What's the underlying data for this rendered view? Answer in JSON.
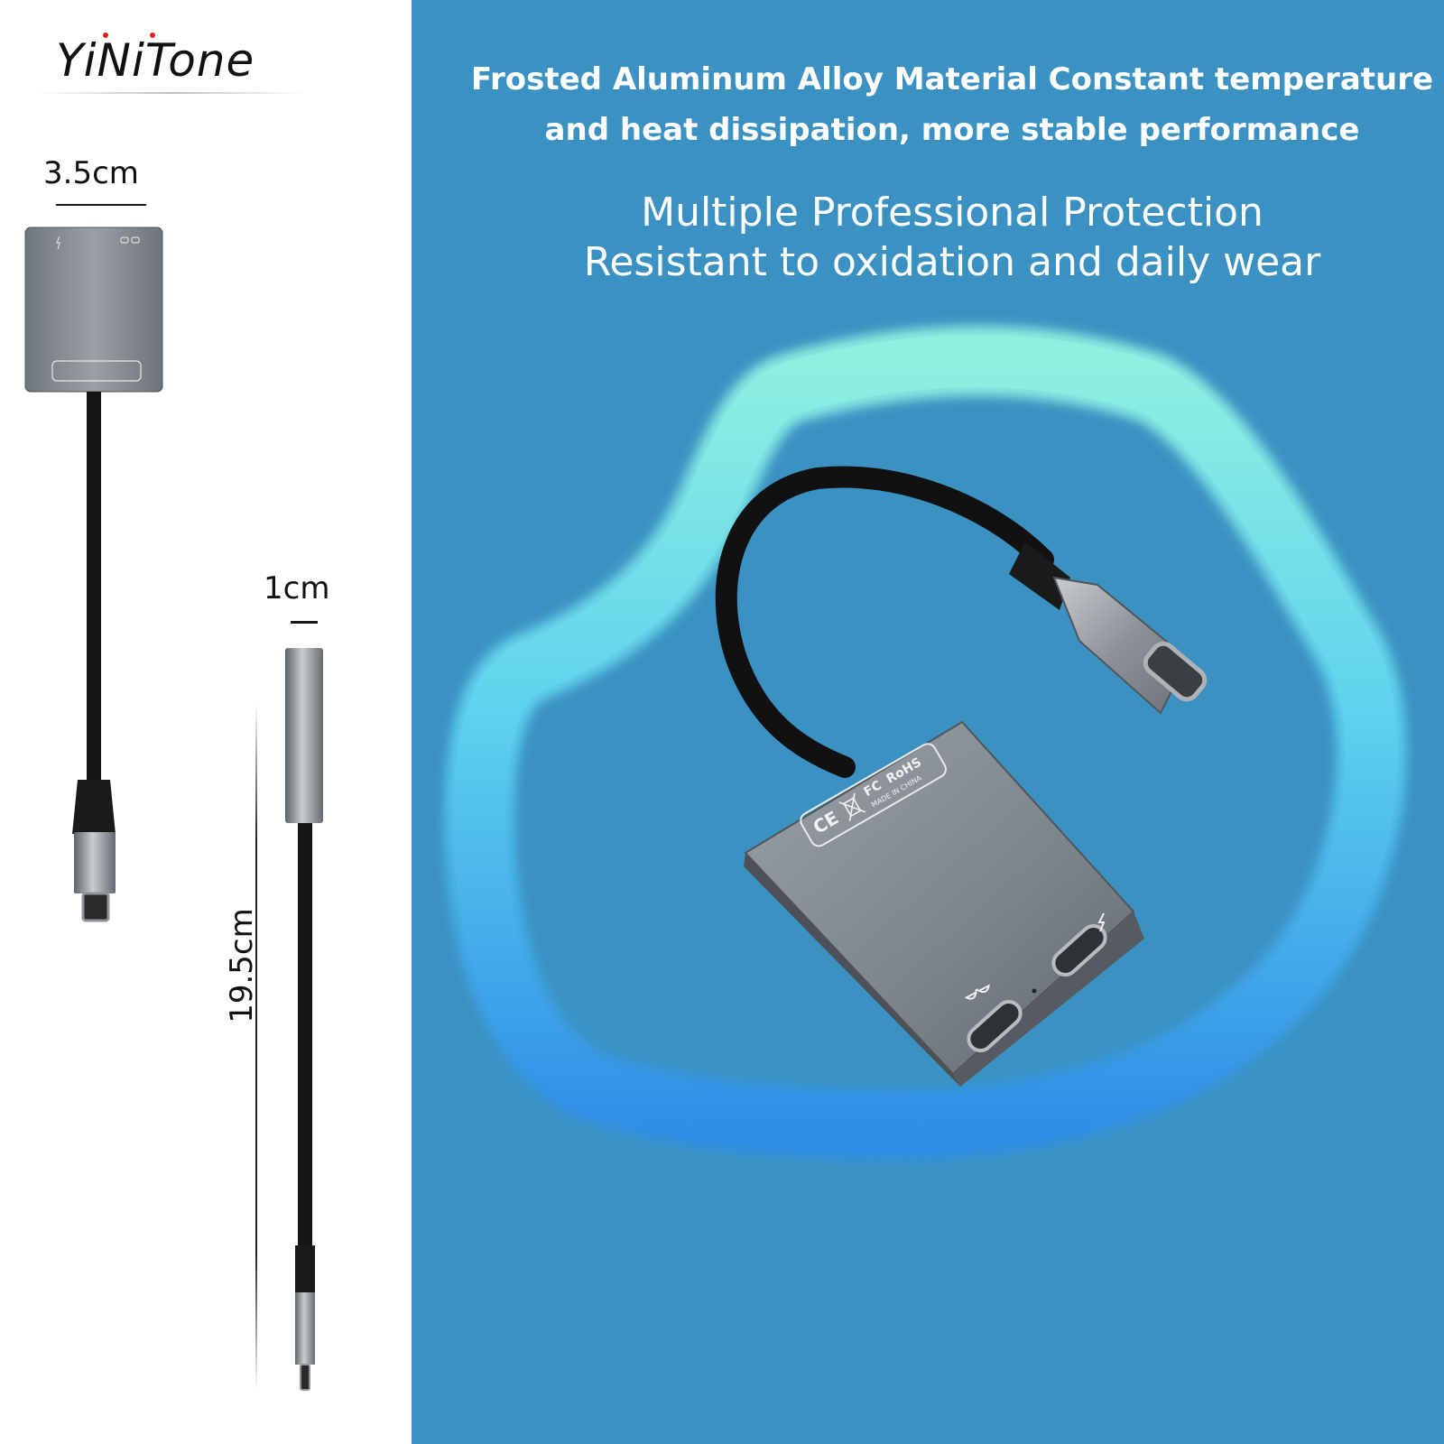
{
  "brand": {
    "logo_text": "YiNiTone"
  },
  "dimensions": {
    "adapter_width": "3.5cm",
    "plug_width": "1cm",
    "cable_length": "19.5cm"
  },
  "headline": {
    "line1": "Frosted Aluminum Alloy Material Constant temperature",
    "line2": "and heat dissipation, more stable performance"
  },
  "subheadline": {
    "line1": "Multiple Professional Protection",
    "line2": "Resistant to oxidation and daily wear"
  },
  "product_markings": {
    "ce": "CE",
    "fc": "FC",
    "rohs": "RoHS",
    "origin": "MADE IN CHINA"
  },
  "colors": {
    "background_blue": "#3b92c2",
    "shield_glow_cyan": "#7fe3e0",
    "shield_glow_blue": "#3aa6ef",
    "aluminum_gray": "#8a9096",
    "cable_black": "#151515"
  },
  "icons": [
    "charging-bolt-icon",
    "headphone-glasses-icon",
    "ce-mark-icon",
    "weee-bin-icon"
  ]
}
